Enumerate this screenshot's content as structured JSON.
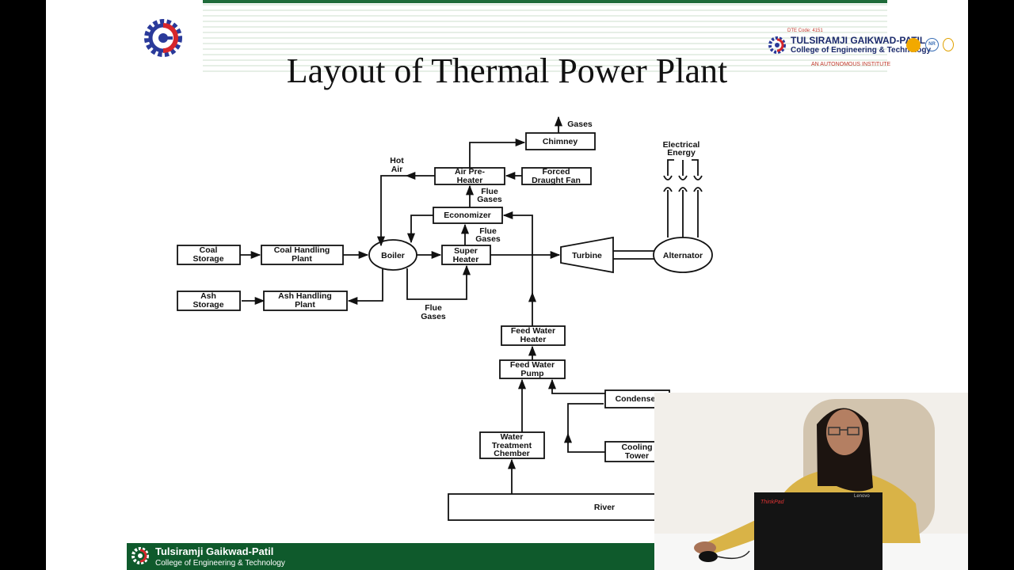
{
  "slide": {
    "title": "Layout of Thermal Power Plant"
  },
  "college": {
    "name": "TULSIRAMJI GAIKWAD-PATIL",
    "subtitle": "College of Engineering & Technology",
    "code": "DTE Code: 4151",
    "tagline": "AN AUTONOMOUS INSTITUTE",
    "badge": "NR"
  },
  "footer": {
    "name": "Tulsiramji Gaikwad-Patil",
    "subtitle": "College of Engineering & Technology"
  },
  "laptop": {
    "brand": "ThinkPad",
    "brand_right": "Lenovo"
  },
  "diagram": {
    "gases": "Gases",
    "chimney": "Chimney",
    "electrical_energy_1": "Electrical",
    "electrical_energy_2": "Energy",
    "hot_air_1": "Hot",
    "hot_air_2": "Air",
    "air_preheater_1": "Air Pre-",
    "air_preheater_2": "Heater",
    "forced_draught_1": "Forced",
    "forced_draught_2": "Draught Fan",
    "flue_gases_a1": "Flue",
    "flue_gases_a2": "Gases",
    "economizer": "Economizer",
    "flue_gases_b1": "Flue",
    "flue_gases_b2": "Gases",
    "coal_storage_1": "Coal",
    "coal_storage_2": "Storage",
    "coal_handling_1": "Coal Handling",
    "coal_handling_2": "Plant",
    "boiler": "Boiler",
    "super_heater_1": "Super",
    "super_heater_2": "Heater",
    "turbine": "Turbine",
    "alternator": "Alternator",
    "ash_storage_1": "Ash",
    "ash_storage_2": "Storage",
    "ash_handling_1": "Ash Handling",
    "ash_handling_2": "Plant",
    "flue_gases_c1": "Flue",
    "flue_gases_c2": "Gases",
    "feed_water_heater_1": "Feed Water",
    "feed_water_heater_2": "Heater",
    "feed_water_pump_1": "Feed Water",
    "feed_water_pump_2": "Pump",
    "condenser": "Condenser",
    "water_treatment_1": "Water",
    "water_treatment_2": "Treatment",
    "water_treatment_3": "Chember",
    "cooling_tower_1": "Cooling",
    "cooling_tower_2": "Tower",
    "river": "River"
  }
}
